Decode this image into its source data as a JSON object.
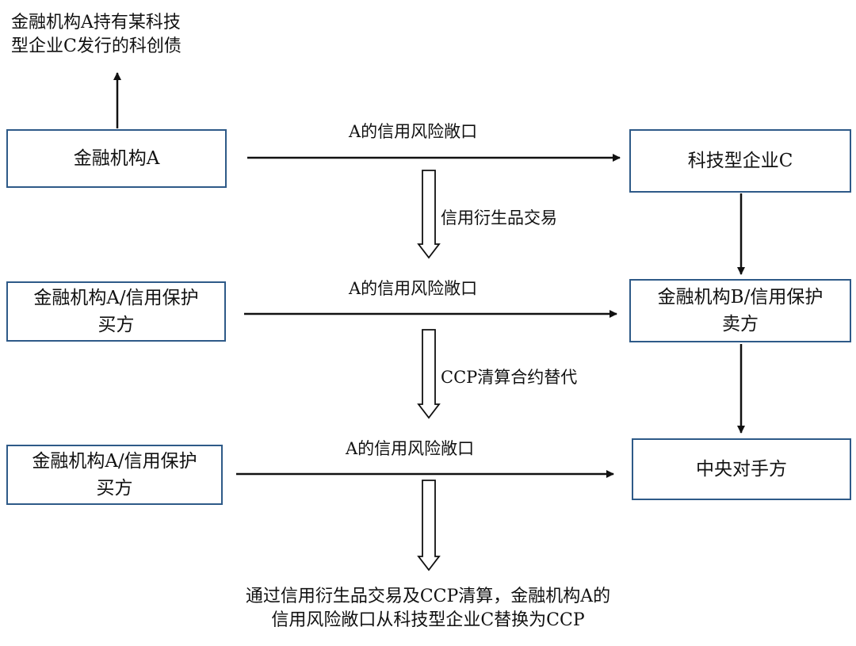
{
  "top_note": {
    "line1": "金融机构A持有某科技",
    "line2": "型企业C发行的科创债"
  },
  "row1": {
    "left_box": "金融机构A",
    "right_box": "科技型企业C",
    "arrow_label": "A的信用风险敞口"
  },
  "step1_label": "信用衍生品交易",
  "row2": {
    "left_box": {
      "line1": "金融机构A/信用保护",
      "line2": "买方"
    },
    "right_box": {
      "line1": "金融机构B/信用保护",
      "line2": "卖方"
    },
    "arrow_label": "A的信用风险敞口"
  },
  "step2_label": "CCP清算合约替代",
  "row3": {
    "left_box": {
      "line1": "金融机构A/信用保护",
      "line2": "买方"
    },
    "right_box": "中央对手方",
    "arrow_label": "A的信用风险敞口"
  },
  "conclusion": {
    "line1": "通过信用衍生品交易及CCP清算，金融机构A的",
    "line2": "信用风险敞口从科技型企业C替换为CCP"
  },
  "colors": {
    "box_border": "#2e5a88",
    "arrow": "#111111"
  }
}
